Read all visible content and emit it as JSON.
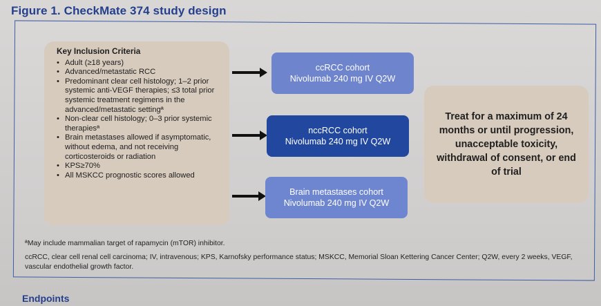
{
  "figure_title": "Figure 1. CheckMate 374 study design",
  "inclusion": {
    "heading": "Key Inclusion Criteria",
    "items": [
      "Adult (≥18 years)",
      "Advanced/metastatic RCC",
      "Predominant clear cell histology; 1–2 prior systemic anti-VEGF therapies; ≤3 total prior systemic treatment regimens in the advanced/metastatic settingª",
      "Non-clear cell histology; 0–3 prior systemic therapiesª",
      "Brain metastases allowed if asymptomatic, without edema, and not receiving corticosteroids or radiation",
      "KPS≥70%",
      "All MSKCC prognostic scores allowed"
    ]
  },
  "cohorts": [
    {
      "name": "ccRCC cohort",
      "treatment": "Nivolumab 240 mg IV Q2W",
      "color": "#6e84cc"
    },
    {
      "name": "nccRCC cohort",
      "treatment": "Nivolumab 240 mg IV Q2W",
      "color": "#21479f"
    },
    {
      "name": "Brain metastases cohort",
      "treatment": "Nivolumab 240 mg IV Q2W",
      "color": "#6e86d0"
    }
  ],
  "treat_text": "Treat for a maximum of 24 months or until progression, unacceptable toxicity, withdrawal of consent, or end of trial",
  "footnote": "ªMay include mammalian target of rapamycin (mTOR) inhibitor.",
  "abbreviations": "ccRCC, clear cell renal cell carcinoma; IV, intravenous; KPS, Karnofsky performance status; MSKCC, Memorial Sloan Kettering Cancer Center; Q2W, every 2 weeks, VEGF, vascular endothelial growth factor.",
  "next_section": "Endpoints",
  "colors": {
    "title": "#243f8c",
    "frame": "#3d5ca8",
    "box_beige": "#d7cbbd"
  }
}
